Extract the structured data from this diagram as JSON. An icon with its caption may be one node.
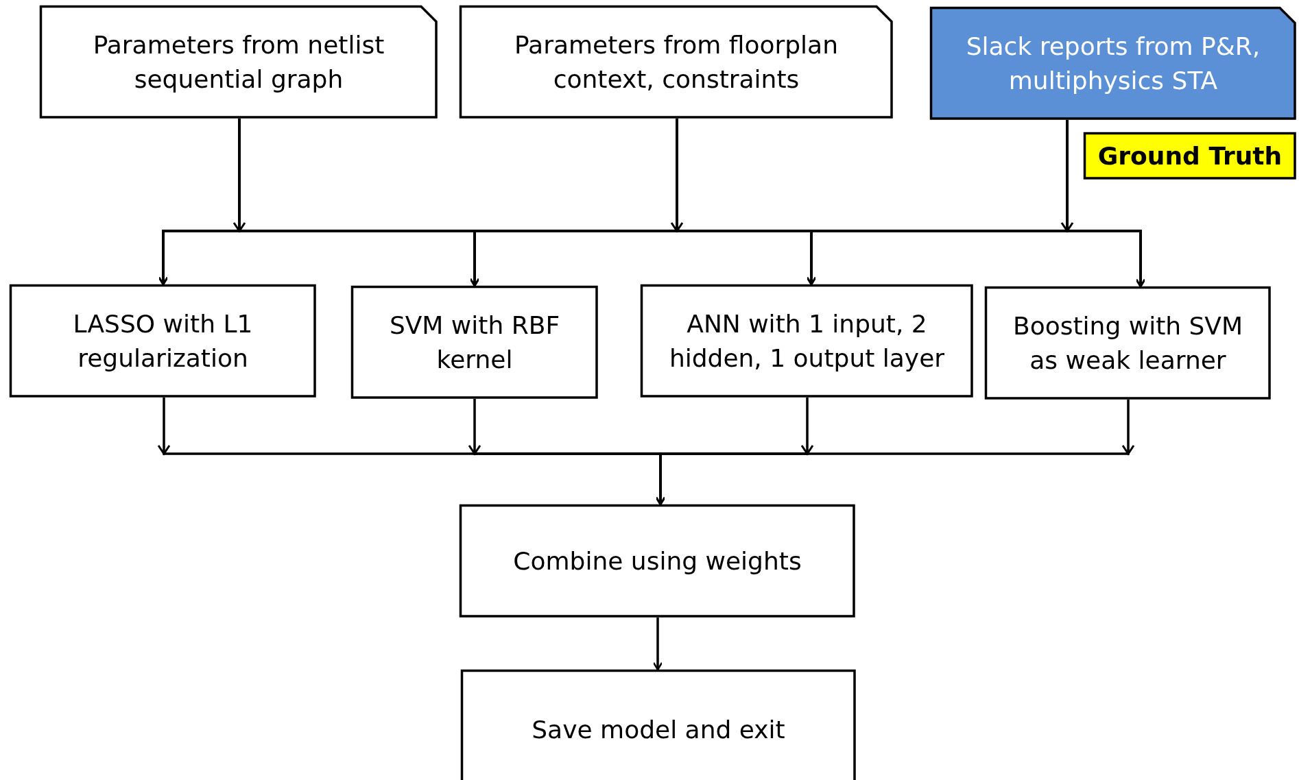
{
  "diagram": {
    "nodes": [
      {
        "text": [
          "Parameters from netlist sequential graph"
        ]
      },
      {
        "text": [
          "Parameters from floorplan context, constraints"
        ]
      },
      {
        "text": [
          "Slack reports from P&R, multiphysics STA"
        ]
      },
      {
        "text": [
          "Ground Truth"
        ]
      },
      {
        "text": [
          "LASSO with L1 regularization"
        ]
      },
      {
        "text": [
          "SVM with RBF kernel"
        ]
      },
      {
        "text": [
          "ANN with 1 input, 2 hidden, 1 output layer"
        ]
      },
      {
        "text": [
          "Boosting with SVM as weak learner"
        ]
      },
      {
        "text": [
          "Combine using weights"
        ]
      },
      {
        "text": [
          "Save model and exit"
        ]
      }
    ],
    "edges": [
      {
        "from": 0,
        "to": 4,
        "arrow": "to"
      },
      {
        "from": 0,
        "to": 5,
        "arrow": "to"
      },
      {
        "from": 0,
        "to": 6,
        "arrow": "to"
      },
      {
        "from": 0,
        "to": 7,
        "arrow": "to"
      },
      {
        "from": 1,
        "to": 4,
        "arrow": "to"
      },
      {
        "from": 1,
        "to": 5,
        "arrow": "to"
      },
      {
        "from": 1,
        "to": 6,
        "arrow": "to"
      },
      {
        "from": 1,
        "to": 7,
        "arrow": "to"
      },
      {
        "from": 2,
        "to": 4,
        "arrow": "to"
      },
      {
        "from": 2,
        "to": 5,
        "arrow": "to"
      },
      {
        "from": 2,
        "to": 6,
        "arrow": "to"
      },
      {
        "from": 2,
        "to": 7,
        "arrow": "to"
      },
      {
        "from": 4,
        "to": 8,
        "arrow": "to"
      },
      {
        "from": 5,
        "to": 8,
        "arrow": "to"
      },
      {
        "from": 6,
        "to": 8,
        "arrow": "to"
      },
      {
        "from": 7,
        "to": 8,
        "arrow": "to"
      },
      {
        "from": 8,
        "to": 9,
        "arrow": "to"
      }
    ]
  }
}
